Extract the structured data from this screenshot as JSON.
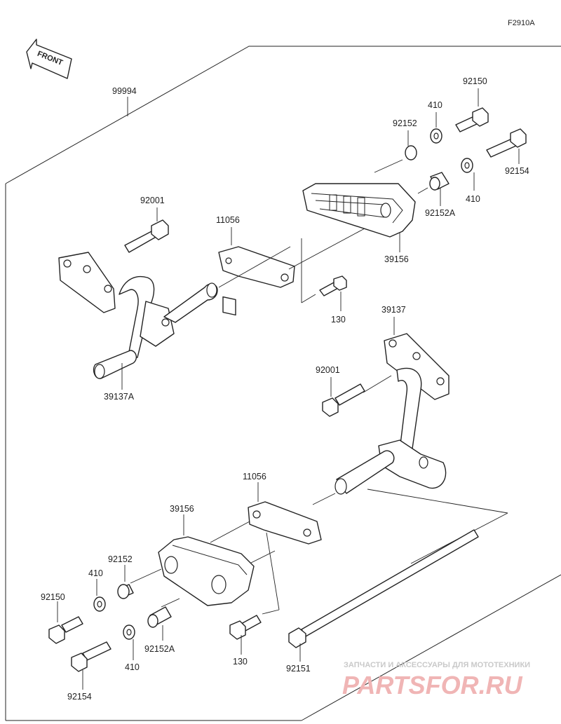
{
  "figure_code": "F2910A",
  "front_label": "FRONT",
  "labels": {
    "p99994": "99994",
    "p92001_top": "92001",
    "p11056_top": "11056",
    "p130_top": "130",
    "p39156_top": "39156",
    "p92152_top": "92152",
    "p410_top_a": "410",
    "p92150_top": "92150",
    "p92154_top": "92154",
    "p410_top_b": "410",
    "p92152A_top": "92152A",
    "p39137A": "39137A",
    "p39137": "39137",
    "p92001_mid": "92001",
    "p11056_bot": "11056",
    "p39156_bot": "39156",
    "p92152_bot": "92152",
    "p410_bot_a": "410",
    "p92150_bot": "92150",
    "p92154_bot": "92154",
    "p410_bot_b": "410",
    "p92152A_bot": "92152A",
    "p130_bot": "130",
    "p92151": "92151"
  },
  "watermark": {
    "caption": "ЗАПЧАСТИ И АКСЕССУАРЫ ДЛЯ МОТОТЕХНИКИ",
    "brand": "PARTSFOR.RU"
  }
}
